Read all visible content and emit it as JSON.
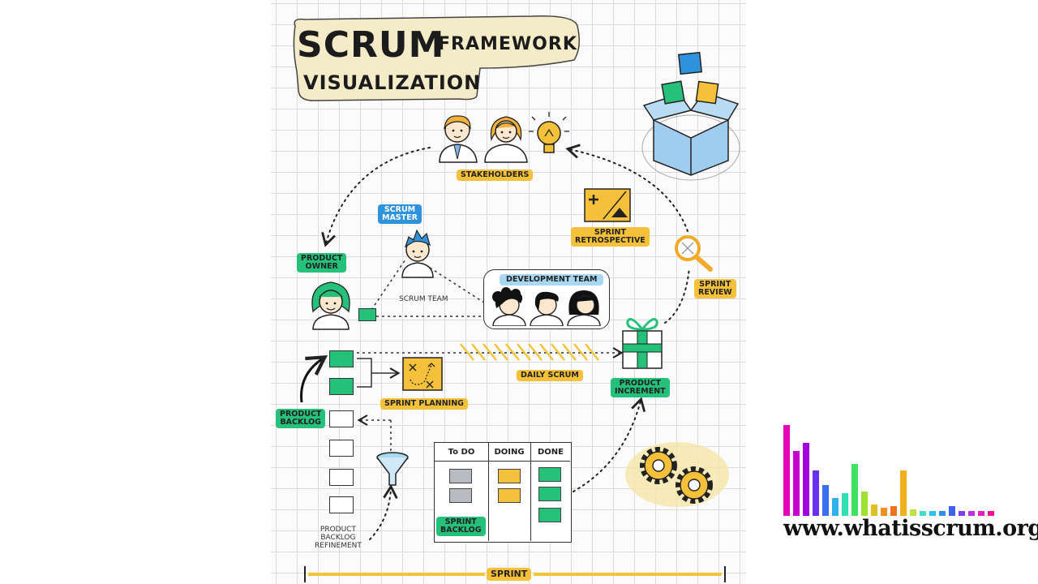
{
  "title": {
    "line1": "SCRUM",
    "line2": "FRAMEWORK",
    "line3": "VISUALIZATION"
  },
  "roles": {
    "stakeholders": "STAKEHOLDERS",
    "scrum_master": "SCRUM\nMASTER",
    "product_owner": "PRODUCT\nOWNER",
    "scrum_team": "SCRUM TEAM",
    "development_team": "DEVELOPMENT TEAM"
  },
  "events": {
    "sprint_retrospective": "SPRINT\nRETROSPECTIVE",
    "sprint_review": "SPRINT\nREVIEW",
    "daily_scrum": "DAILY SCRUM",
    "sprint_planning": "SPRINT PLANNING",
    "sprint": "SPRINT"
  },
  "artifacts": {
    "product_increment": "PRODUCT\nINCREMENT",
    "product_backlog": "PRODUCT\nBACKLOG",
    "product_backlog_refinement": "PRODUCT\nBACKLOG\nREFINEMENT",
    "sprint_backlog": "SPRINT\nBACKLOG"
  },
  "board": {
    "columns": [
      "To DO",
      "DOING",
      "DONE"
    ]
  },
  "watermark": {
    "url": "www.whatisscrum.org"
  },
  "colors": {
    "yellow": "#f6c13a",
    "green": "#25c07a",
    "blue": "#2e93dc",
    "light_blue": "#a8d7f2"
  }
}
